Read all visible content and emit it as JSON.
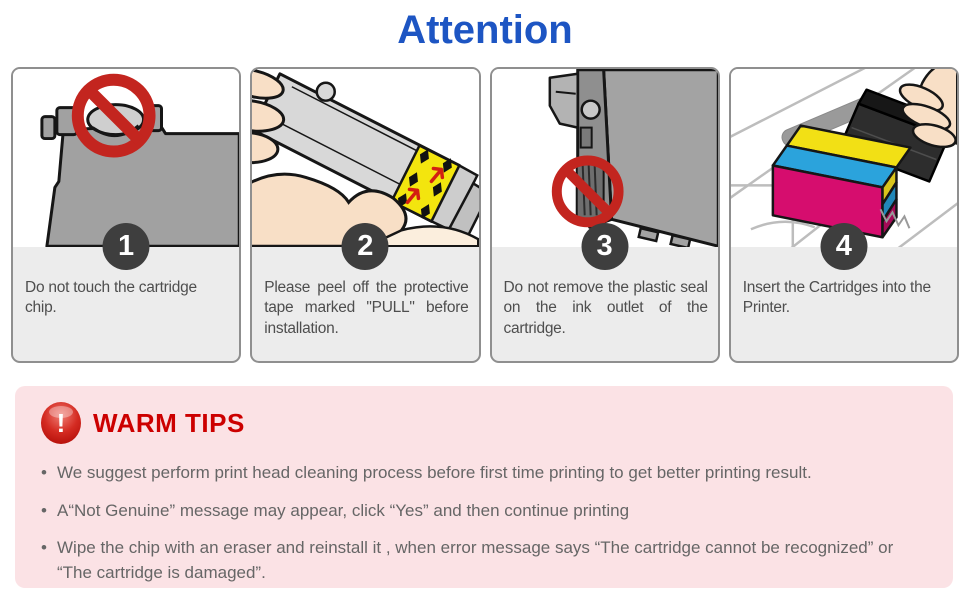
{
  "title": "Attention",
  "steps": [
    {
      "number": "1",
      "caption": "Do not touch the cartridge chip.",
      "illustration": "cartridge-chip-prohibited"
    },
    {
      "number": "2",
      "caption": "Please peel off the protective tape marked \"PULL\" before installation.",
      "illustration": "peel-protective-tape"
    },
    {
      "number": "3",
      "caption": "Do not remove the plastic seal on the ink outlet of the cartridge.",
      "illustration": "ink-outlet-seal-prohibited"
    },
    {
      "number": "4",
      "caption": "Insert the Cartridges into the Printer.",
      "illustration": "insert-cartridges-into-printer"
    }
  ],
  "warm_tips": {
    "icon": "exclamation-icon",
    "icon_glyph": "!",
    "heading": "WARM TIPS",
    "tips": [
      "We suggest perform print head cleaning process before first time printing to get better printing result.",
      "A“Not Genuine” message may appear, click “Yes” and then continue printing",
      "Wipe the chip with an eraser and reinstall it , when error message says “The cartridge cannot be recognized” or “The cartridge is damaged”."
    ]
  },
  "colors": {
    "title_blue": "#1d55c3",
    "warning_red": "#cc0000",
    "tips_background": "#fbe2e5",
    "prohibition_red": "#c3251f",
    "badge_gray": "#3e3e3e",
    "panel_border": "#8f8f8f",
    "caption_background": "#ececec",
    "tape_yellow": "#f3e50e",
    "cartridge_magenta": "#d60d6e",
    "cartridge_cyan": "#2ba3dc",
    "cartridge_yellow": "#f2e015"
  }
}
